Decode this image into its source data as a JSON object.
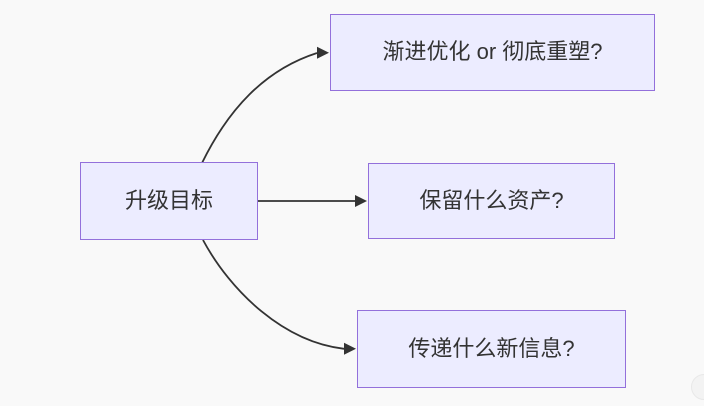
{
  "diagram": {
    "type": "flowchart",
    "direction": "left-to-right",
    "nodes": [
      {
        "id": "center",
        "label": "升级目标"
      },
      {
        "id": "branch-1",
        "label": "渐进优化 or 彻底重塑?"
      },
      {
        "id": "branch-2",
        "label": "保留什么资产?"
      },
      {
        "id": "branch-3",
        "label": "传递什么新信息?"
      }
    ],
    "edges": [
      {
        "from": "升级目标",
        "to": "渐进优化 or 彻底重塑?",
        "style": "curved-arrow"
      },
      {
        "from": "升级目标",
        "to": "保留什么资产?",
        "style": "straight-arrow"
      },
      {
        "from": "升级目标",
        "to": "传递什么新信息?",
        "style": "curved-arrow"
      }
    ],
    "colors": {
      "background": "#f9f9f9",
      "node_fill": "#ECECFF",
      "node_border": "#9370DB",
      "edge_stroke": "#333333",
      "text": "#333333"
    }
  }
}
